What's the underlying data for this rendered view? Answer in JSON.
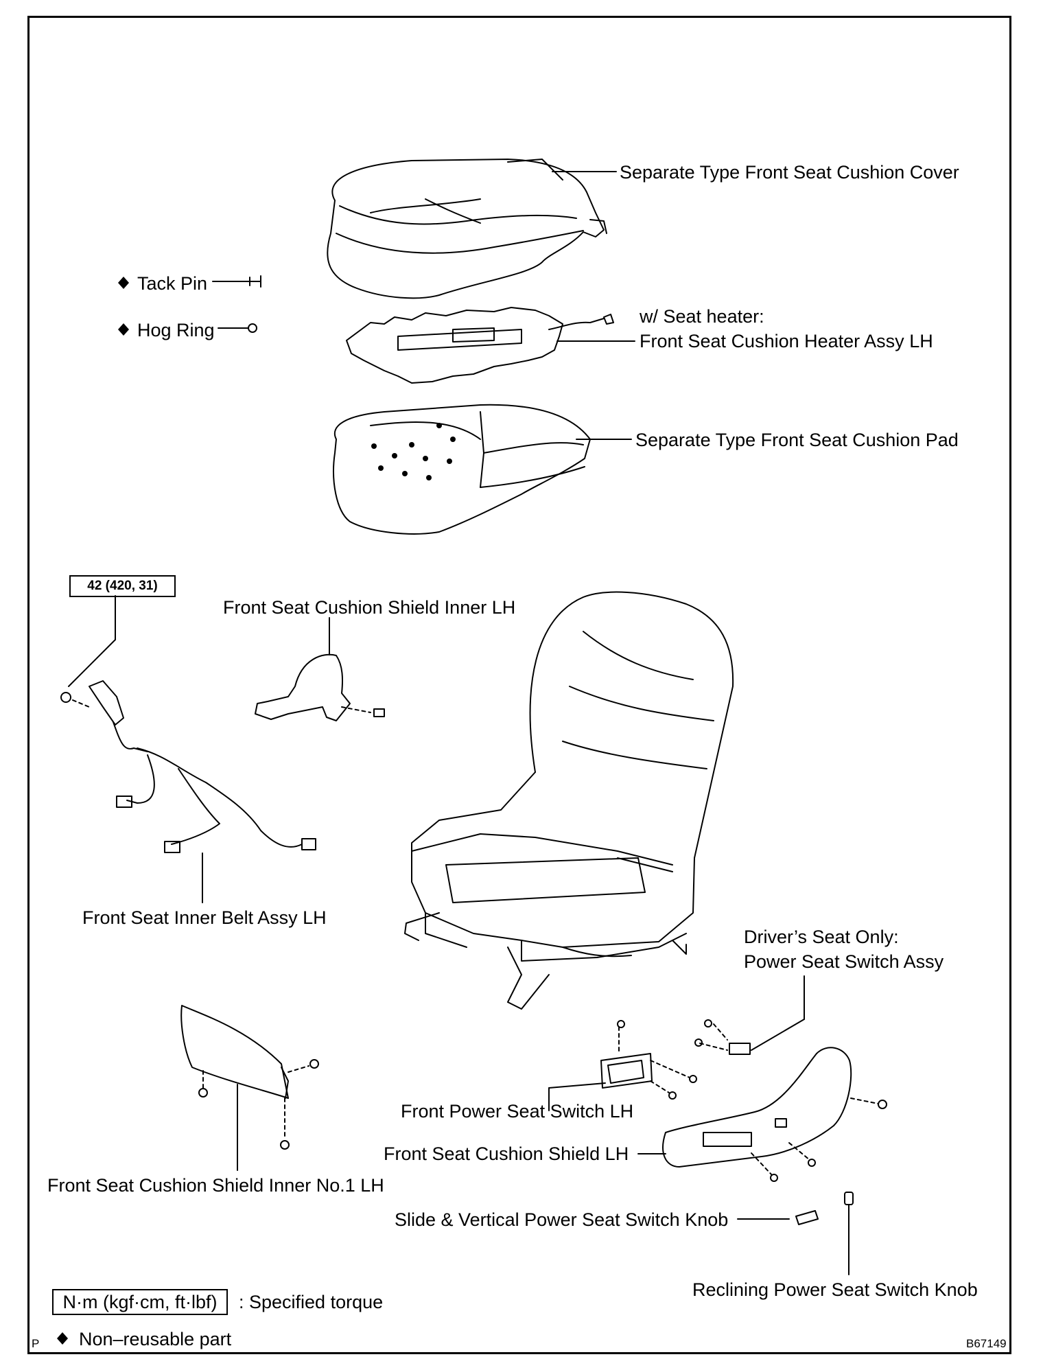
{
  "labels": {
    "cushion_cover": "Separate Type Front Seat Cushion Cover",
    "tack_pin": "Tack Pin",
    "hog_ring": "Hog Ring",
    "seat_heater_note": "w/ Seat heater:",
    "heater_assy": "Front Seat Cushion Heater Assy LH",
    "cushion_pad": "Separate Type Front Seat Cushion Pad",
    "shield_inner": "Front Seat Cushion Shield Inner LH",
    "inner_belt": "Front Seat Inner Belt Assy LH",
    "drivers_only": "Driver’s Seat Only:",
    "power_switch_assy": "Power Seat Switch Assy",
    "front_power_switch": "Front Power Seat Switch LH",
    "cushion_shield": "Front Seat Cushion Shield LH",
    "shield_inner_no1": "Front Seat Cushion Shield Inner No.1 LH",
    "slide_knob": "Slide & Vertical Power Seat Switch Knob",
    "reclining_knob": "Reclining Power Seat Switch Knob"
  },
  "torque_spec": "42 (420, 31)",
  "legend": {
    "torque_unit": "N·m (kgf·cm, ft·lbf)",
    "torque_text": ": Specified torque",
    "diamond": "◆",
    "nonreusable_text": "Non–reusable part"
  },
  "corner": {
    "left": "P",
    "code": "B67149"
  },
  "icons": [
    "diamond-icon",
    "tack-pin-icon",
    "hog-ring-icon",
    "bolt-icon"
  ]
}
